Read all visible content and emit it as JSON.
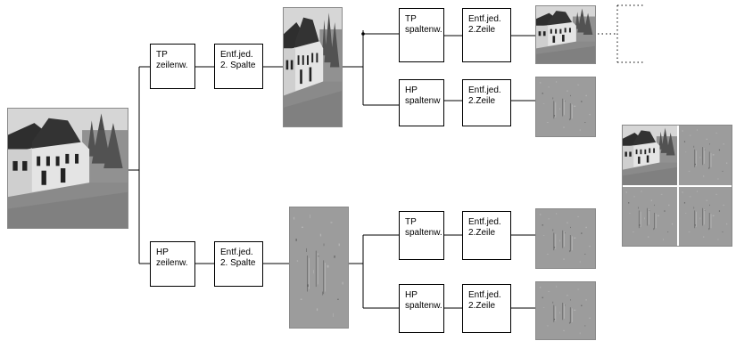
{
  "filters": {
    "tp_row": "TP\nzeilenw.",
    "hp_row": "HP\nzeilenw.",
    "tp_col_1": "TP\nspaltenw.",
    "hp_col_1": "HP\nspaltenw",
    "tp_col_2": "TP\nspaltenw.",
    "hp_col_2": "HP\nspaltenw."
  },
  "downsample": {
    "col_a": "Entf.jed.\n2. Spalte",
    "col_b": "Entf.jed.\n2. Spalte",
    "row_1": "Entf.jed.\n2.Zeile",
    "row_2": "Entf.jed.\n2.Zeile",
    "row_3": "Entf.jed.\n2.Zeile",
    "row_4": "Entf.jed.\n2.Zeile"
  },
  "images": {
    "input": "street-photo",
    "lowpass_columns": "street-photo-narrow",
    "highpass_columns": "detail-image-narrow",
    "ll": "street-photo-small",
    "lh": "detail-image",
    "hl": "detail-image",
    "hh": "detail-image",
    "composite": [
      "street-photo-small",
      "detail-image",
      "detail-image",
      "detail-image"
    ]
  },
  "colors": {
    "line": "#000000",
    "detail_gray": "#9c9c9c",
    "sky": "#d6d6d6",
    "building_dark": "#3a3a3a",
    "wall": "#e4e4e4",
    "road": "#8a8a8a"
  }
}
